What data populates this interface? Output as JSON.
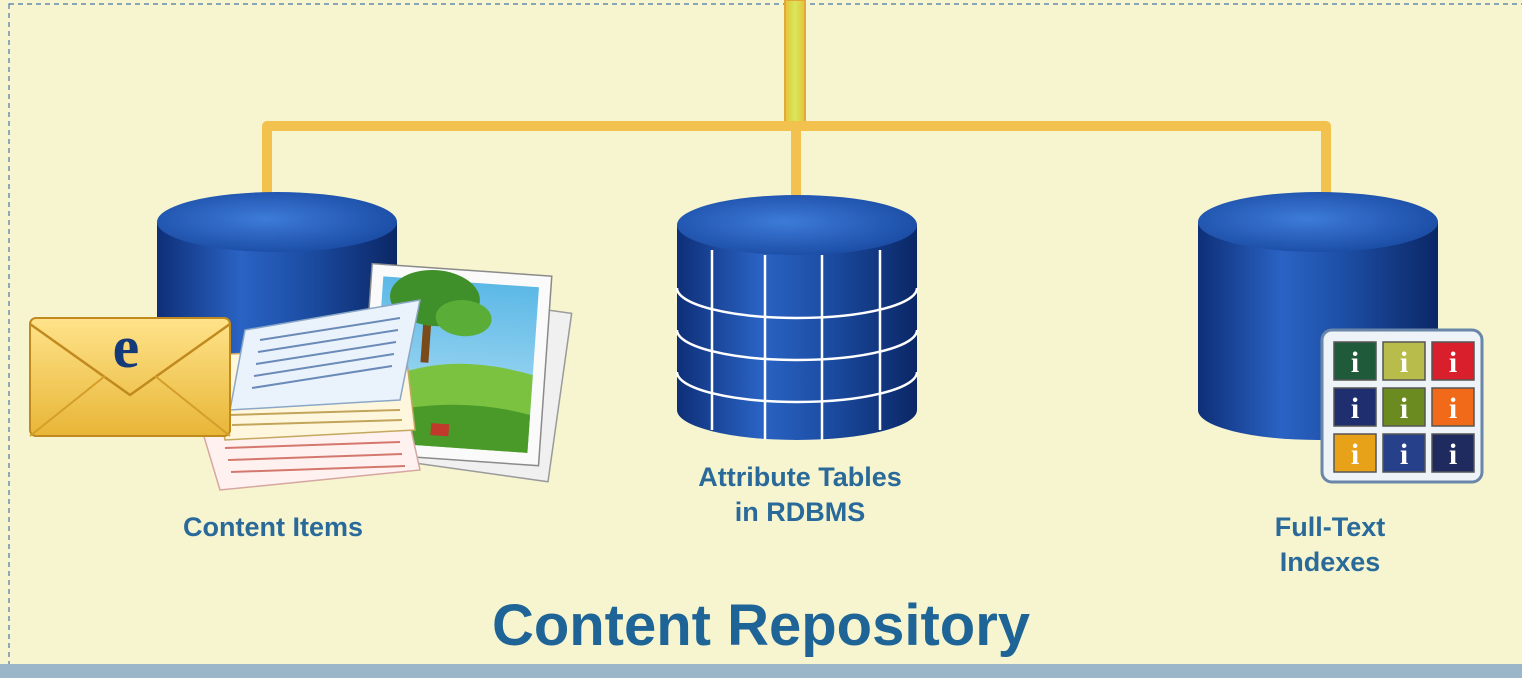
{
  "diagram": {
    "title": "Content Repository",
    "nodes": [
      {
        "id": "content-items",
        "label": "Content Items"
      },
      {
        "id": "attribute-tables",
        "label": "Attribute Tables\nin RDBMS"
      },
      {
        "id": "full-text-indexes",
        "label": "Full-Text\nIndexes"
      }
    ],
    "email_icon_letter": "e",
    "index_icon_letter": "i"
  },
  "colors": {
    "background": "#f6f5cf",
    "connector": "#f2c14e",
    "cylinder": "#1c4ea8",
    "label": "#2a6a9a",
    "title": "#1f6496"
  }
}
